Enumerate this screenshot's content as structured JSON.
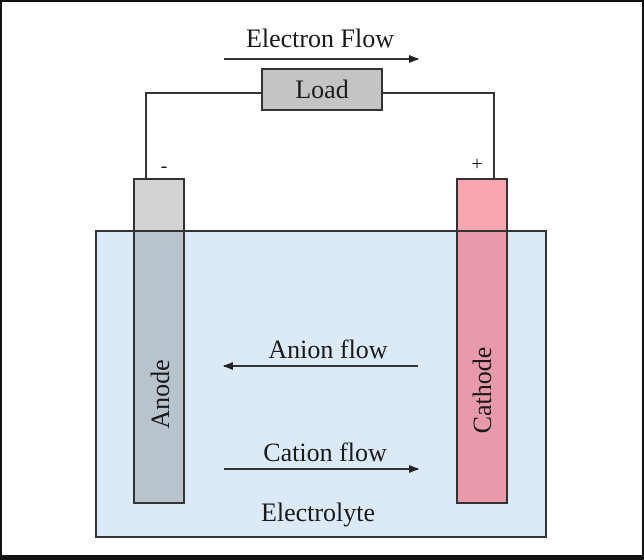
{
  "diagram": {
    "electron_flow_label": "Electron Flow",
    "load_label": "Load",
    "negative_sign": "-",
    "positive_sign": "+",
    "anode_label": "Anode",
    "cathode_label": "Cathode",
    "anion_flow_label": "Anion flow",
    "cation_flow_label": "Cation flow",
    "electrolyte_label": "Electrolyte"
  },
  "colors": {
    "electrolyte": "#dce9f7",
    "anode_exposed": "#d3d3d3",
    "anode_immersed": "#b9c3cc",
    "cathode_exposed": "#f7a5b1",
    "cathode_immersed": "#e89aab",
    "load": "#c4c4c4"
  }
}
